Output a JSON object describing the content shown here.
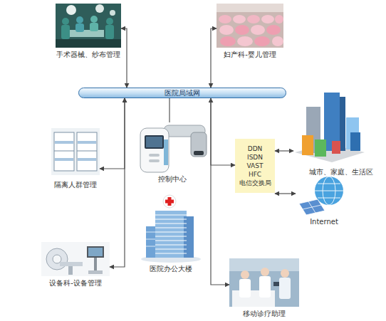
{
  "diagram": {
    "nodes": [
      {
        "text": [
          "手术器械、纱布管理"
        ]
      },
      {
        "text": [
          "妇产科-婴儿管理"
        ]
      },
      {
        "text": [
          "医院局域网"
        ]
      },
      {
        "text": [
          "隔离人群管理"
        ]
      },
      {
        "text": [
          "控制中心"
        ]
      },
      {
        "text": [
          "DDN",
          "ISDN",
          "VAST",
          "HFC",
          "电信交换局"
        ]
      },
      {
        "text": [
          "城市、家庭、生活区"
        ]
      },
      {
        "text": [
          "Internet"
        ]
      },
      {
        "text": [
          "医院办公大楼"
        ]
      },
      {
        "text": [
          "设备科-设备管理"
        ]
      },
      {
        "text": [
          "移动诊疗助理"
        ]
      }
    ],
    "edges": [
      {
        "from": 0,
        "to": 2,
        "arrow": "both"
      },
      {
        "from": 1,
        "to": 2,
        "arrow": "both"
      },
      {
        "from": 2,
        "to": 3,
        "arrow": "both"
      },
      {
        "from": 2,
        "to": 9,
        "arrow": "both"
      },
      {
        "from": 2,
        "to": 4,
        "arrow": "none"
      },
      {
        "from": 2,
        "to": 5,
        "arrow": "both"
      },
      {
        "from": 2,
        "to": 10,
        "arrow": "to"
      },
      {
        "from": 5,
        "to": 6,
        "arrow": "both"
      },
      {
        "from": 5,
        "to": 7,
        "arrow": "both"
      }
    ]
  }
}
